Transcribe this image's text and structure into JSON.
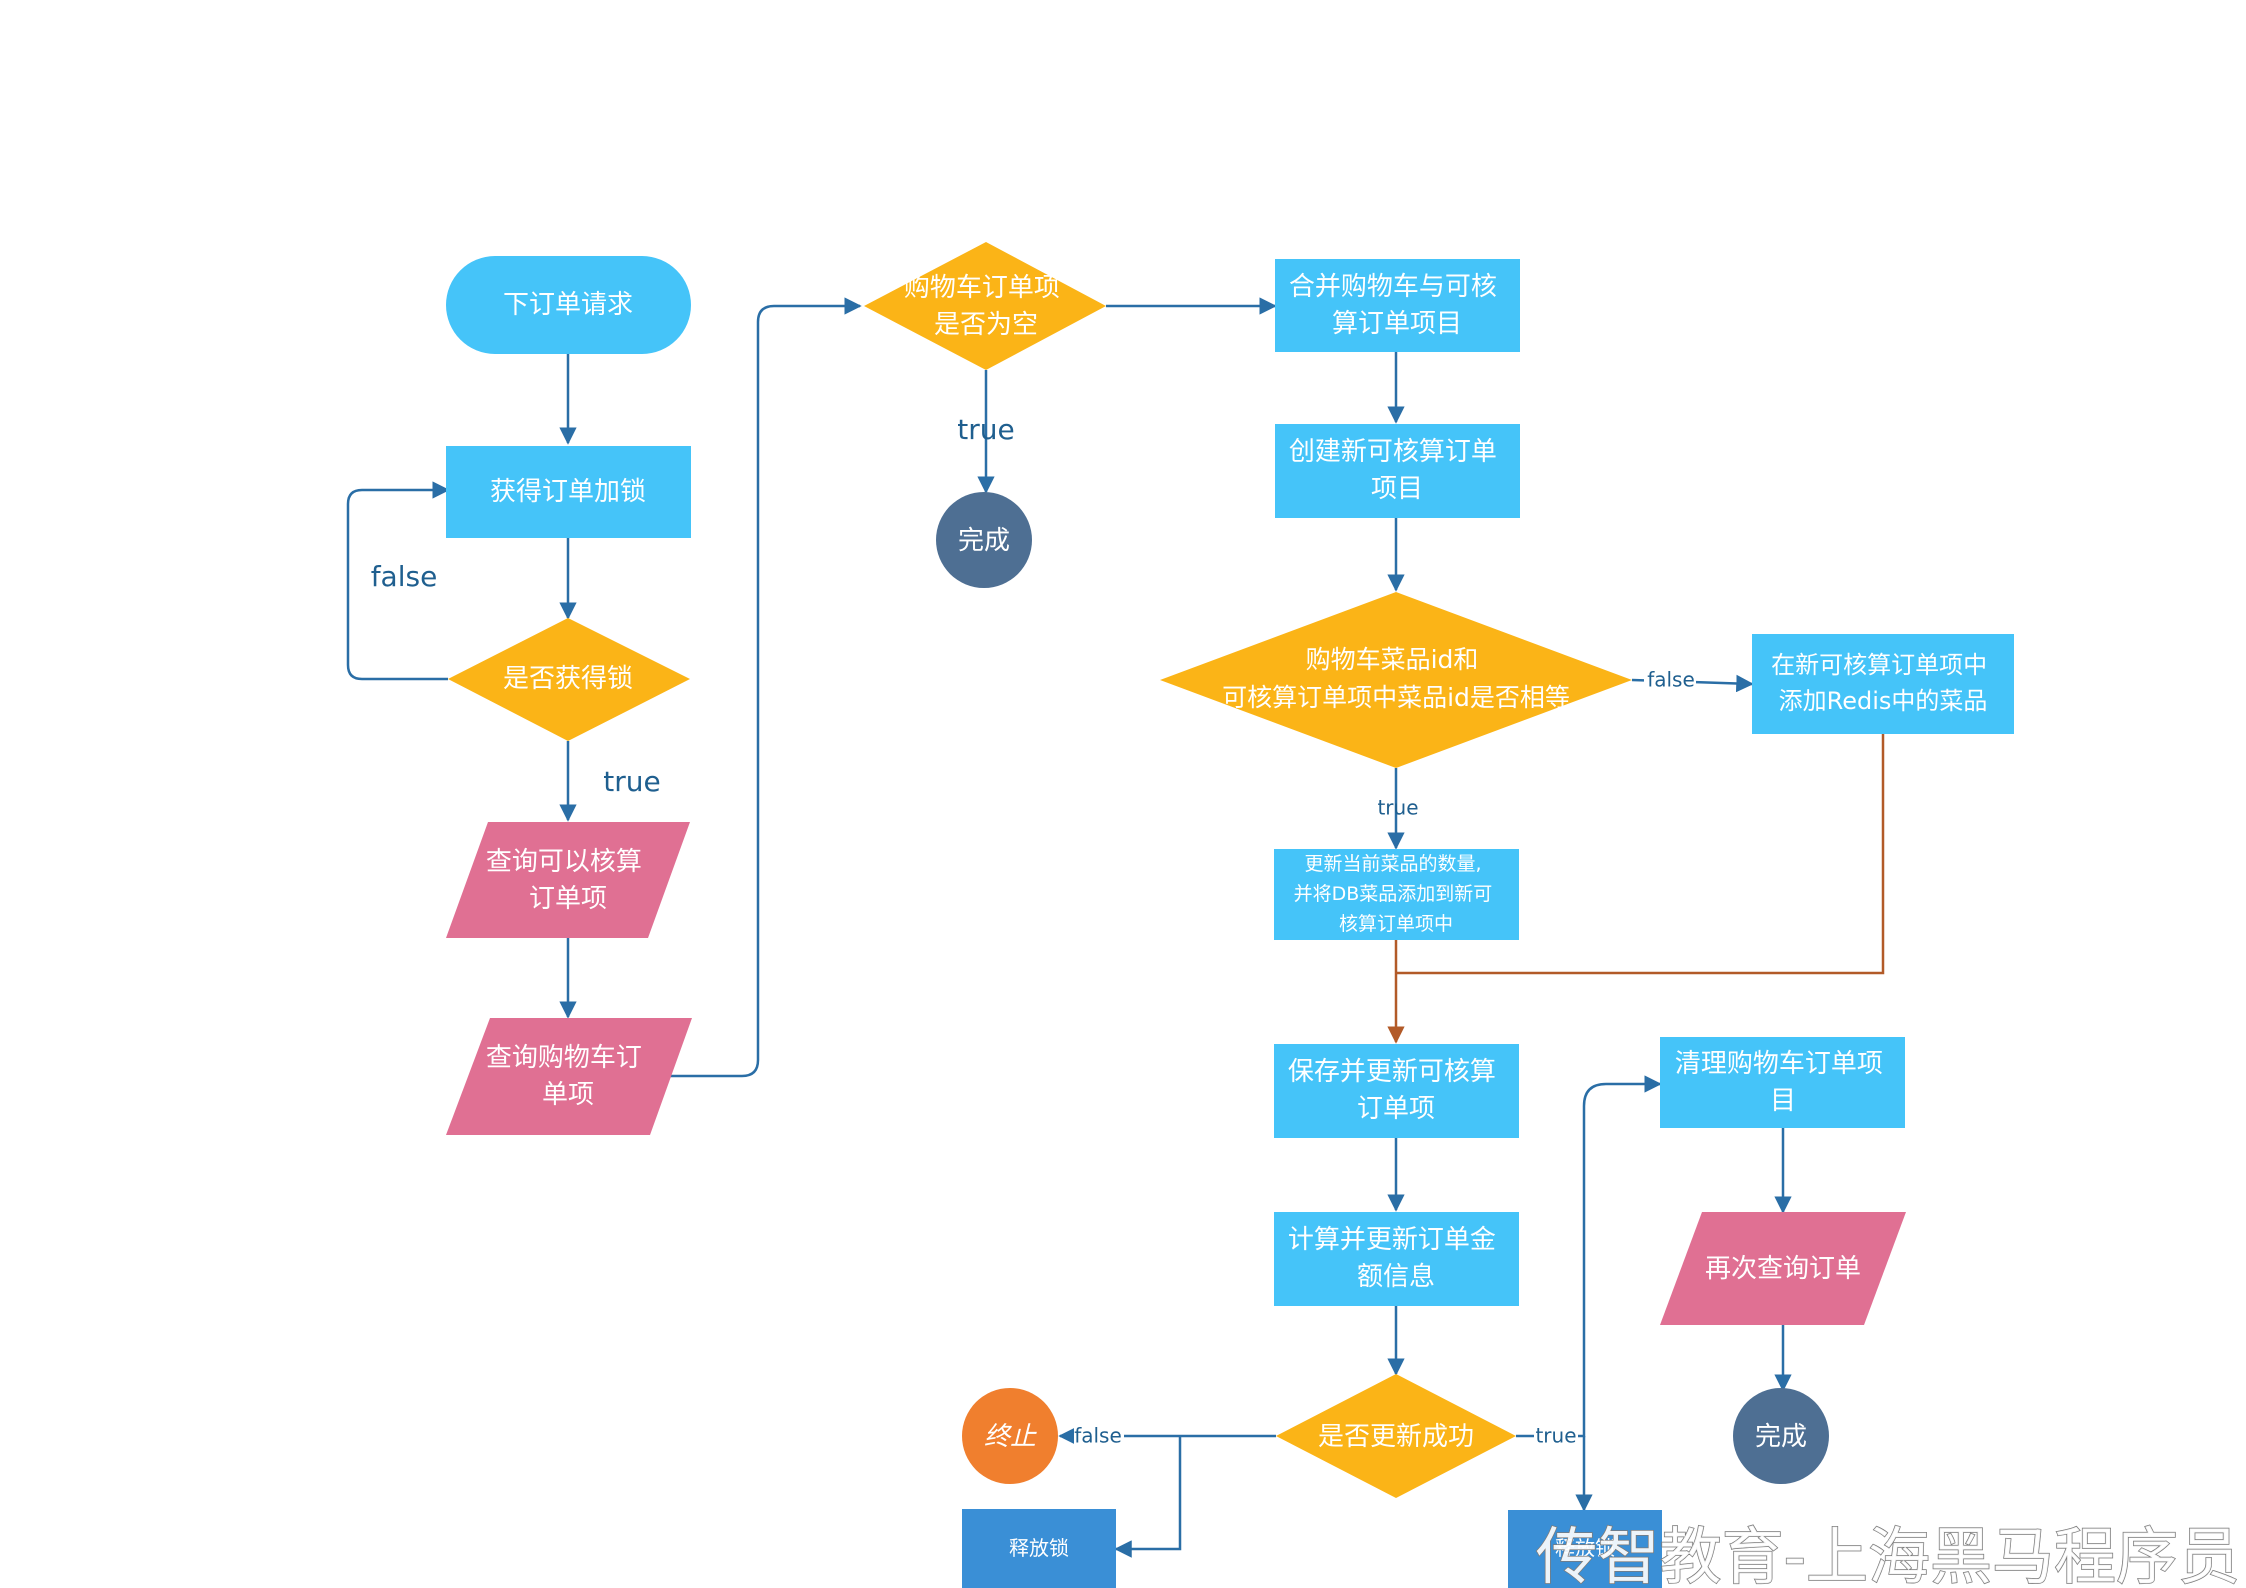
{
  "colors": {
    "blue": "#45c4f9",
    "yellow": "#fbb417",
    "pink": "#e07093",
    "dark_circle": "#4e6f93",
    "orange_circle": "#f07f2e",
    "dark_blue_rect": "#3a8fd6",
    "edge": "#2a6ea6",
    "edge_brown": "#b25a28"
  },
  "nodes": {
    "start": {
      "text": [
        "下订单请求"
      ]
    },
    "lock": {
      "text": [
        "获得订单加锁"
      ]
    },
    "lock_check": {
      "text": [
        "是否获得锁"
      ]
    },
    "query_accountable": {
      "text": [
        "查询可以核算",
        "订单项"
      ]
    },
    "query_cart": {
      "text": [
        "查询购物车订",
        "单项"
      ]
    },
    "cart_empty": {
      "text": [
        "购物车订单项",
        "是否为空"
      ]
    },
    "done1": {
      "text": [
        "完成"
      ]
    },
    "merge": {
      "text": [
        "合并购物车与可核",
        "算订单项目"
      ]
    },
    "create_new": {
      "text": [
        "创建新可核算订单",
        "项目"
      ]
    },
    "id_compare": {
      "text": [
        "购物车菜品id和",
        "可核算订单项中菜品id是否相等"
      ]
    },
    "add_redis": {
      "text": [
        "在新可核算订单项中",
        "添加Redis中的菜品"
      ]
    },
    "update_qty": {
      "text": [
        "更新当前菜品的数量,",
        "并将DB菜品添加到新可",
        "核算订单项中"
      ]
    },
    "save_update": {
      "text": [
        "保存并更新可核算",
        "订单项"
      ]
    },
    "calc_amount": {
      "text": [
        "计算并更新订单金",
        "额信息"
      ]
    },
    "update_success": {
      "text": [
        "是否更新成功"
      ]
    },
    "terminate": {
      "text": [
        "终止"
      ]
    },
    "release_lock1": {
      "text": [
        "释放锁"
      ]
    },
    "release_lock2": {
      "text": [
        "释放锁"
      ]
    },
    "clear_cart": {
      "text": [
        "清理购物车订单项",
        "目"
      ]
    },
    "query_again": {
      "text": [
        "再次查询订单"
      ]
    },
    "done2": {
      "text": [
        "完成"
      ]
    }
  },
  "edge_labels": {
    "lock_false": "false",
    "lock_true": "true",
    "empty_true": "true",
    "compare_false": "false",
    "compare_true": "true",
    "success_false": "false",
    "success_true": "true"
  },
  "watermark": "传智教育-上海黑马程序员"
}
